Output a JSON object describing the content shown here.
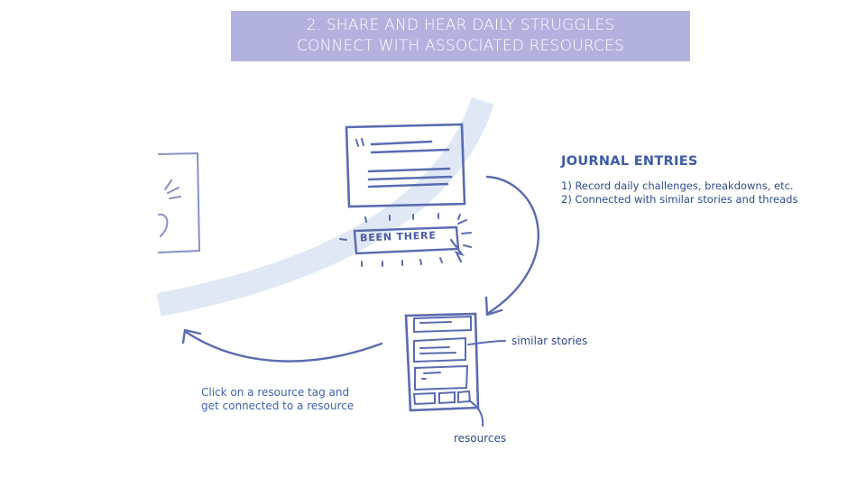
{
  "banner": {
    "line1": "2.   SHARE AND HEAR DAILY STRUGGLES",
    "line2": "CONNECT WITH ASSOCIATED RESOURCES"
  },
  "sketch": {
    "button_label": "BEEN THERE"
  },
  "journal": {
    "title": "JOURNAL ENTRIES",
    "line1": "1) Record daily challenges, breakdowns, etc.",
    "line2": "2) Connected with similar stories and threads"
  },
  "labels": {
    "similar_stories": "similar stories",
    "click_line1": "Click on a resource tag and",
    "click_line2": "get connected to a resource",
    "resources": "resources"
  },
  "colors": {
    "banner_bg": "#b3b2de",
    "ink": "#5b6bb0",
    "arc": "#dfe8f4"
  }
}
